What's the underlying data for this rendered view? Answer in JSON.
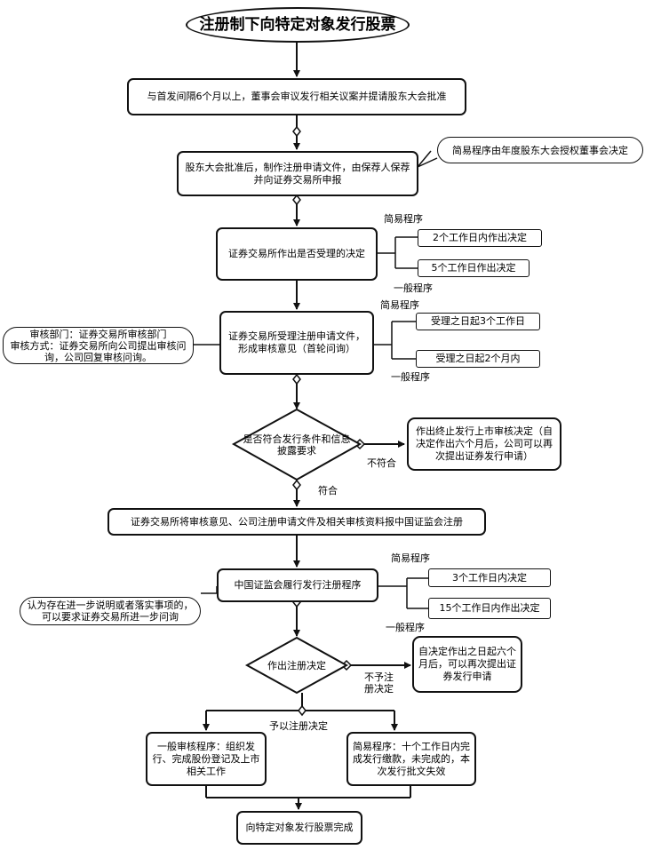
{
  "title": "注册制下向特定对象发行股票",
  "steps": {
    "s1": "与首发间隔6个月以上，董事会审议发行相关议案并提请股东大会批准",
    "s2": "股东大会批准后，制作注册申请文件，由保荐人保荐并向证券交易所申报",
    "s3": "证券交易所作出是否受理的决定",
    "s4": "证券交易所受理注册申请文件，形成审核意见（首轮问询）",
    "d1": "是否符合发行条件和信息披露要求",
    "s5": "证券交易所将审核意见、公司注册申请文件及相关审核资料报中国证监会注册",
    "s6": "中国证监会履行发行注册程序",
    "d2": "作出注册决定",
    "g1": "一般审核程序：组织发行、完成股份登记及上市相关工作",
    "g2": "简易程序：十个工作日内完成发行缴款，未完成的，本次发行批文失效",
    "end": "向特定对象发行股票完成"
  },
  "side": {
    "simple_note": "简易程序由年度股东大会授权董事会决定",
    "r3a": "2个工作日内作出决定",
    "r3b": "5个工作日作出决定",
    "r4a": "受理之日起3个工作日",
    "r4b": "受理之日起2个月内",
    "r6a": "3个工作日内决定",
    "r6b": "15个工作日内作出决定",
    "audit_note": "审核部门：证券交易所审核部门\n审核方式：证券交易所向公司提出审核问询，公司回复审核问询。",
    "csrc_note": "认为存在进一步说明或者落实事项的，可以要求证券交易所进一步问询",
    "d1_no_box": "作出终止发行上市审核决定（自决定作出六个月后，公司可以再次提出证券发行申请）",
    "d2_no_box": "自决定作出之日起六个月后，可以再次提出证券发行申请"
  },
  "labels": {
    "simple1": "简易程序",
    "general1": "一般程序",
    "simple2": "简易程序",
    "general2": "一般程序",
    "simple3": "简易程序",
    "general3": "一般程序",
    "not_comply": "不符合",
    "comply": "符合",
    "no_register": "不予注\n册决定",
    "register": "予以注册决定"
  }
}
